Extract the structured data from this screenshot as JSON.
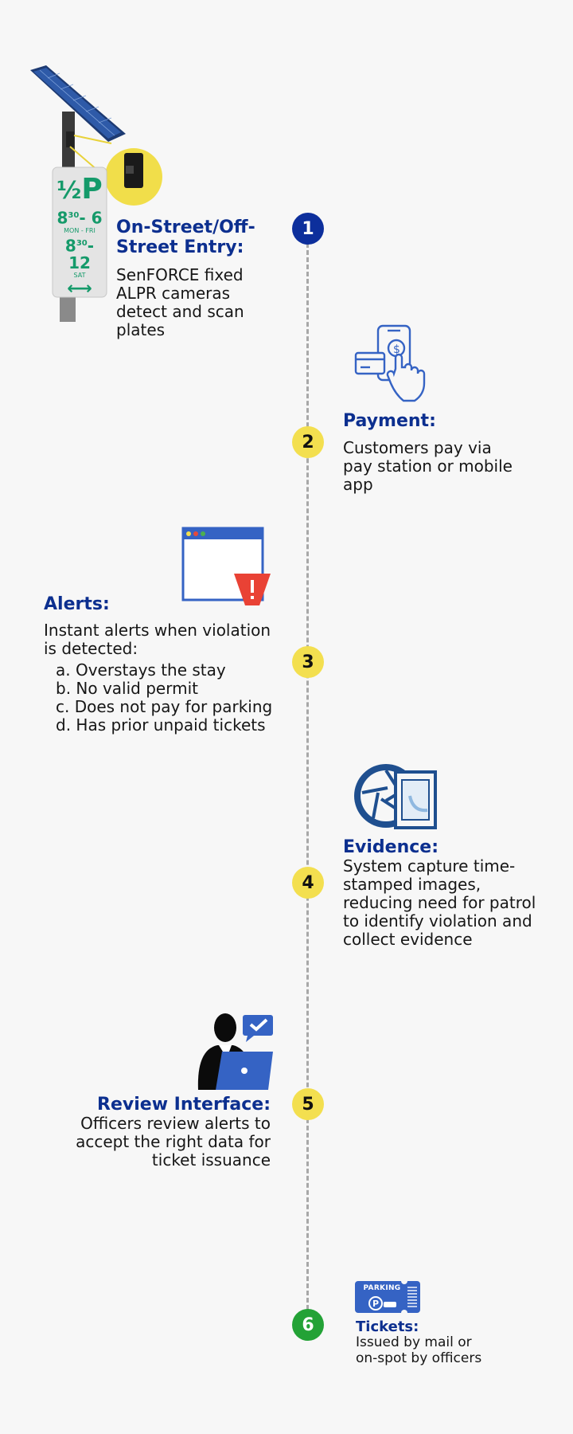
{
  "steps": [
    {
      "number": "1",
      "title": "On-Street/Off-Street Entry:",
      "description": "SenFORCE fixed ALPR cameras detect and scan plates"
    },
    {
      "number": "2",
      "title": "Payment:",
      "description": "Customers pay via pay station or mobile app"
    },
    {
      "number": "3",
      "title": "Alerts:",
      "description": "Instant alerts when violation is detected:",
      "list": [
        "a. Overstays the stay",
        "b. No valid permit",
        "c. Does not pay for parking",
        "d. Has prior unpaid tickets"
      ]
    },
    {
      "number": "4",
      "title": "Evidence:",
      "description": "System capture time-stamped images, reducing need for patrol to identify violation and collect evidence"
    },
    {
      "number": "5",
      "title": "Review Interface:",
      "description": "Officers review alerts to accept the right data for ticket issuance"
    },
    {
      "number": "6",
      "title": "Tickets:",
      "description": "Issued by mail or on-spot by officers"
    }
  ],
  "sign": {
    "fraction": "½",
    "letter": "P",
    "time1": "8",
    "time1_sup": "30",
    "time1_end": "6",
    "weekday": "MON - FRI",
    "time2": "8",
    "time2_sup": "30",
    "time2_end": "12",
    "saturday": "SAT"
  },
  "ticket_label": "PARKING",
  "colors": {
    "blue": "#0d2f9c",
    "yellow": "#f3df4f",
    "green": "#23a236",
    "icon_blue": "#3563c4"
  },
  "icons": [
    "solar-camera-pole",
    "payment-phone-icon",
    "browser-alert-icon",
    "camera-shutter-image-icon",
    "officer-laptop-icon",
    "parking-ticket-icon"
  ]
}
